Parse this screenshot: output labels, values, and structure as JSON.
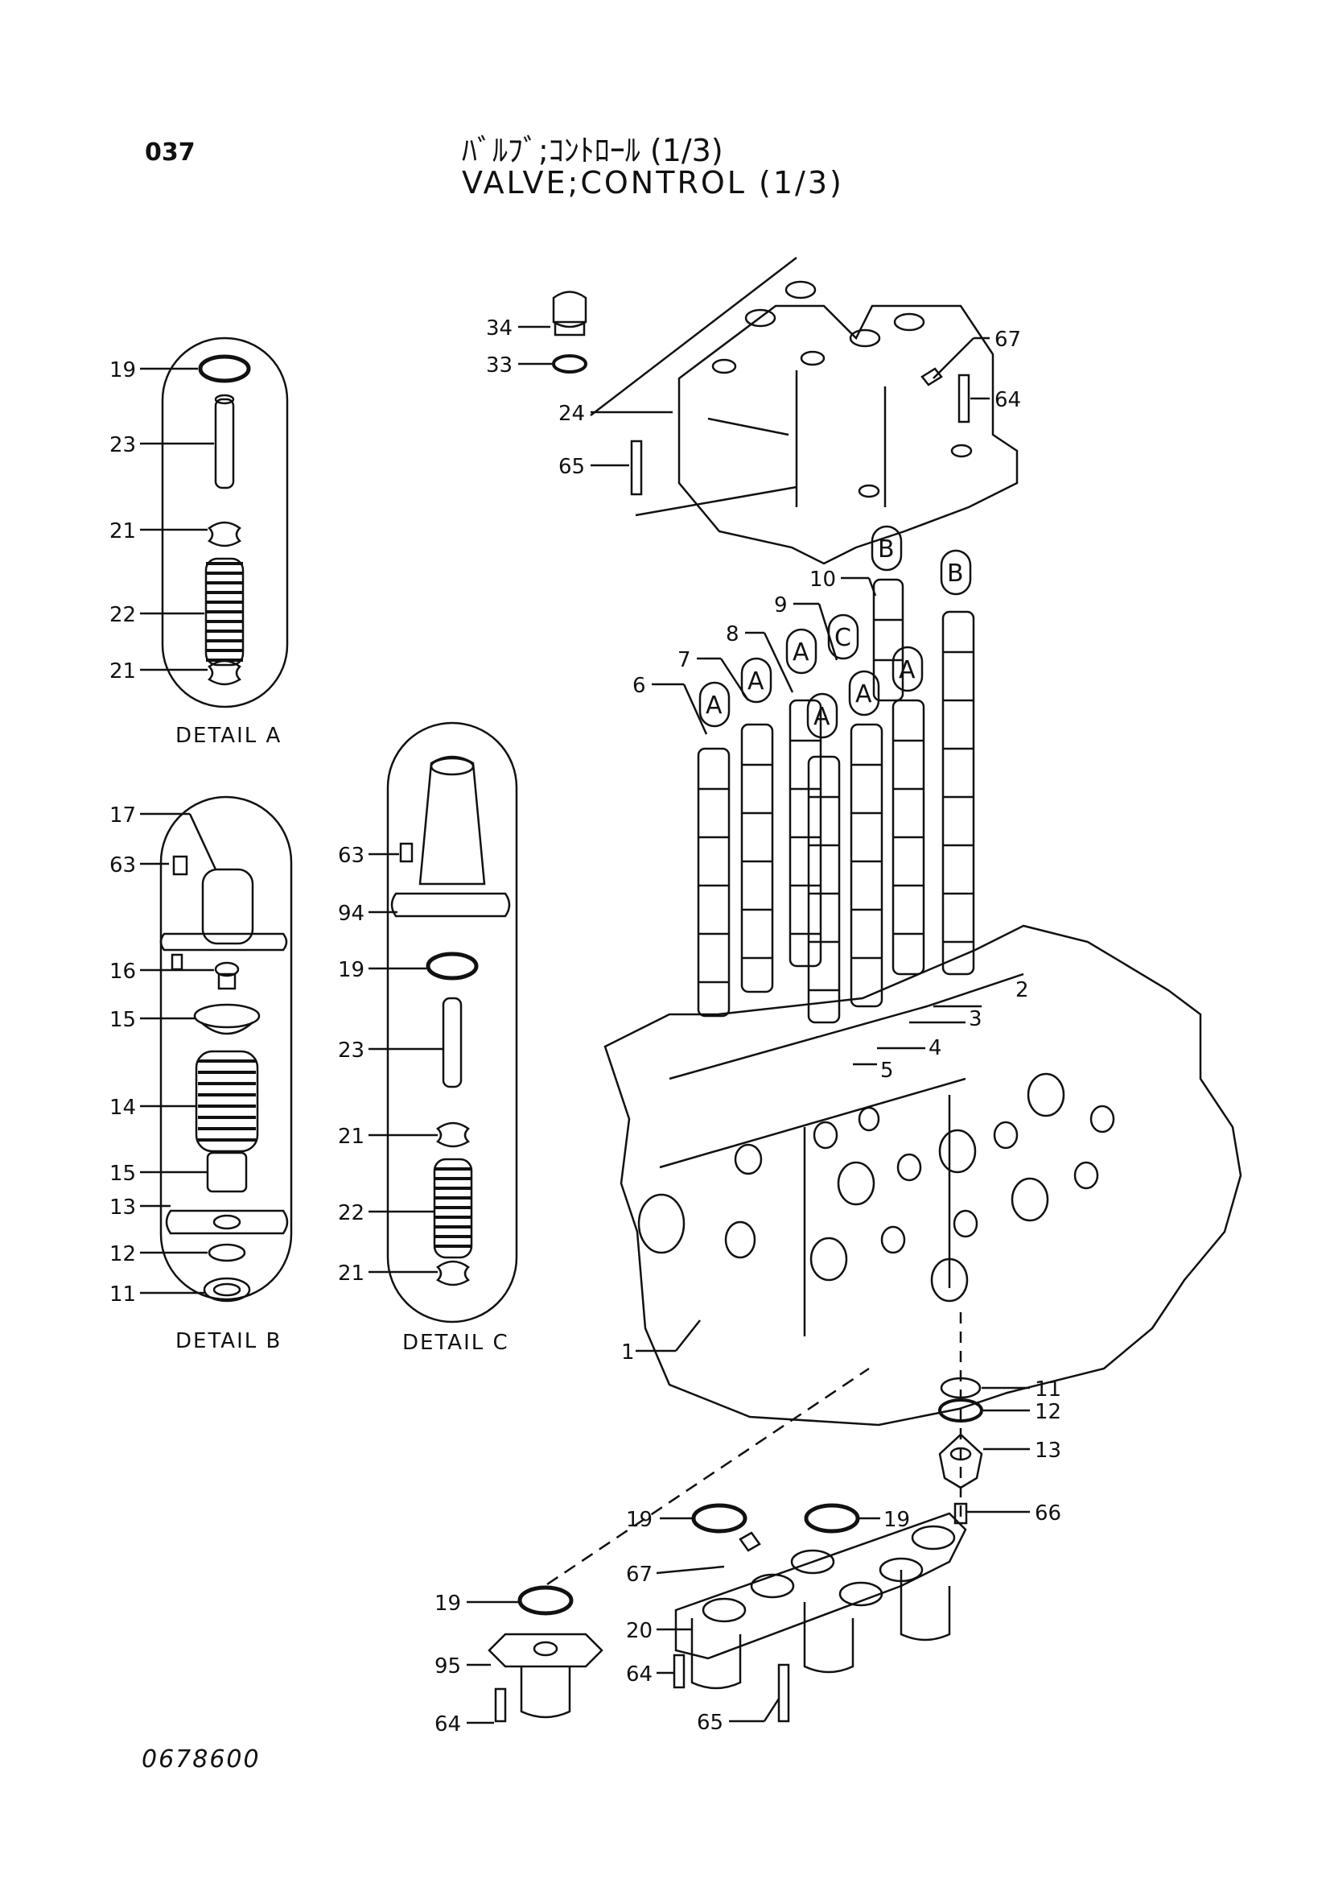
{
  "header": {
    "page_number": "037",
    "title_jp": "ﾊﾞﾙﾌﾞ;ｺﾝﾄﾛｰﾙ (1/3)",
    "title_en": "VALVE;CONTROL (1/3)"
  },
  "footer": {
    "drawing_number": "0678600"
  },
  "details": {
    "a": {
      "caption": "DETAIL A",
      "labels": [
        "19",
        "23",
        "21",
        "22",
        "21"
      ]
    },
    "b": {
      "caption": "DETAIL B",
      "labels": [
        "17",
        "63",
        "16",
        "15",
        "14",
        "15",
        "13",
        "12",
        "11"
      ]
    },
    "c": {
      "caption": "DETAIL C",
      "labels": [
        "63",
        "94",
        "19",
        "23",
        "21",
        "22",
        "21"
      ]
    }
  },
  "top_cover": {
    "labels": [
      "34",
      "33",
      "24",
      "65",
      "67",
      "64"
    ]
  },
  "spools": {
    "labels": [
      "10",
      "9",
      "8",
      "7",
      "6"
    ],
    "bubbles": [
      "B",
      "B",
      "C",
      "A",
      "A",
      "A",
      "A",
      "A",
      "A"
    ]
  },
  "main_body": {
    "labels": [
      "2",
      "3",
      "4",
      "5",
      "1"
    ]
  },
  "right_stack": {
    "labels": [
      "11",
      "12",
      "13",
      "66"
    ]
  },
  "bottom": {
    "labels": [
      "19",
      "19",
      "67",
      "19",
      "20",
      "95",
      "64",
      "64",
      "65"
    ]
  }
}
